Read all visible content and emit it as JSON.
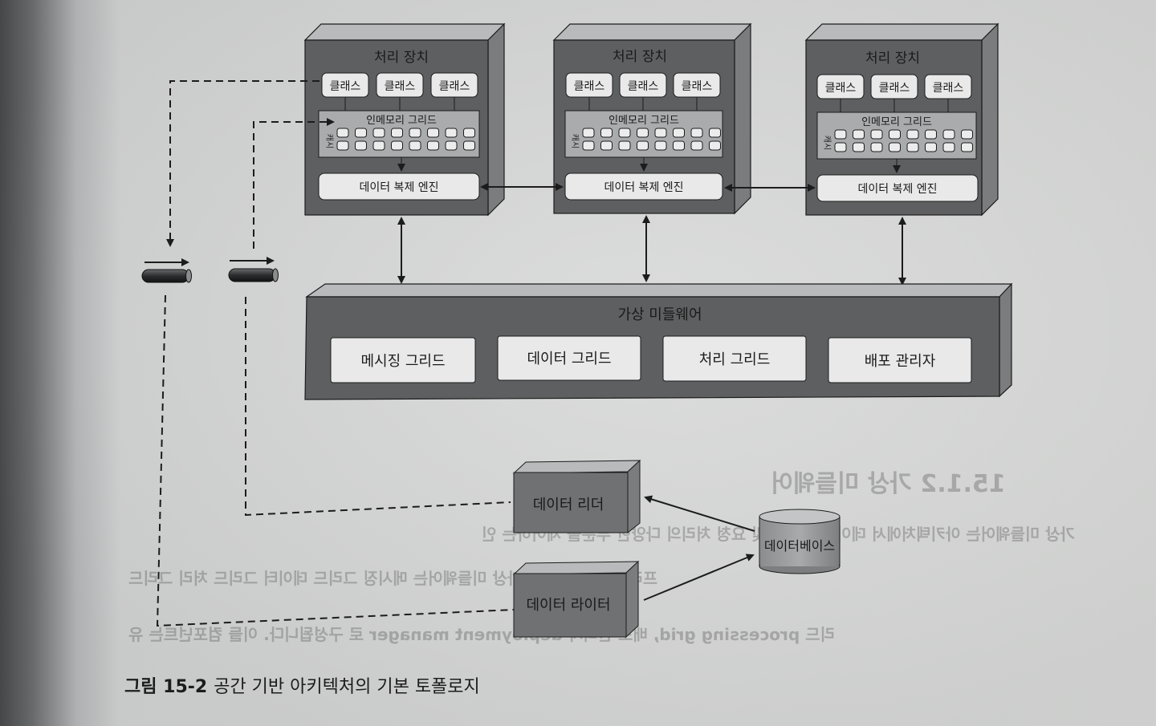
{
  "processing_units": [
    {
      "title": "처리 장치",
      "classes": [
        "클래스",
        "클래스",
        "클래스"
      ],
      "grid_label": "인메모리 그리드",
      "cache_label": "캐시",
      "engine_label": "데이터 복제 엔진"
    },
    {
      "title": "처리 장치",
      "classes": [
        "클래스",
        "클래스",
        "클래스"
      ],
      "grid_label": "인메모리 그리드",
      "cache_label": "캐시",
      "engine_label": "데이터 복제 엔진"
    },
    {
      "title": "처리 장치",
      "classes": [
        "클래스",
        "클래스",
        "클래스"
      ],
      "grid_label": "인메모리 그리드",
      "cache_label": "캐시",
      "engine_label": "데이터 복제 엔진"
    }
  ],
  "middleware": {
    "title": "가상 미들웨어",
    "components": [
      "메시징 그리드",
      "데이터 그리드",
      "처리 그리드",
      "배포 관리자"
    ]
  },
  "data_reader": "데이터 리더",
  "data_writer": "데이터 라이터",
  "database": "데이터베이스",
  "caption": {
    "number": "그림 15-2",
    "text": "공간 기반 아키텍처의 기본 토폴로지"
  },
  "bleed_through": {
    "heading": "15.1.2 가상 미들웨어",
    "line1": "가상 미들웨어는 아키텍처에서 데이터 동기화 및 요청 처리의 다양한 부분을 제어하는 인",
    "line2": "프라를 담당합니다. 가상 미들웨어는 메시징 그리드 데이터 그리드 처리 그리드",
    "line3": "리드 processing grid, 배포 관리자 deployment manager 로 구성됩니다. 이들 컴포넌트는 유"
  },
  "colors": {
    "unit_fill": "#5d5f61",
    "unit_side": "#7a7c7e",
    "unit_top": "#b8babb",
    "box_fill": "#e9e9e9",
    "grid_fill": "#a9abad",
    "block_fill": "#6f7173",
    "line": "#1c1c1c"
  }
}
